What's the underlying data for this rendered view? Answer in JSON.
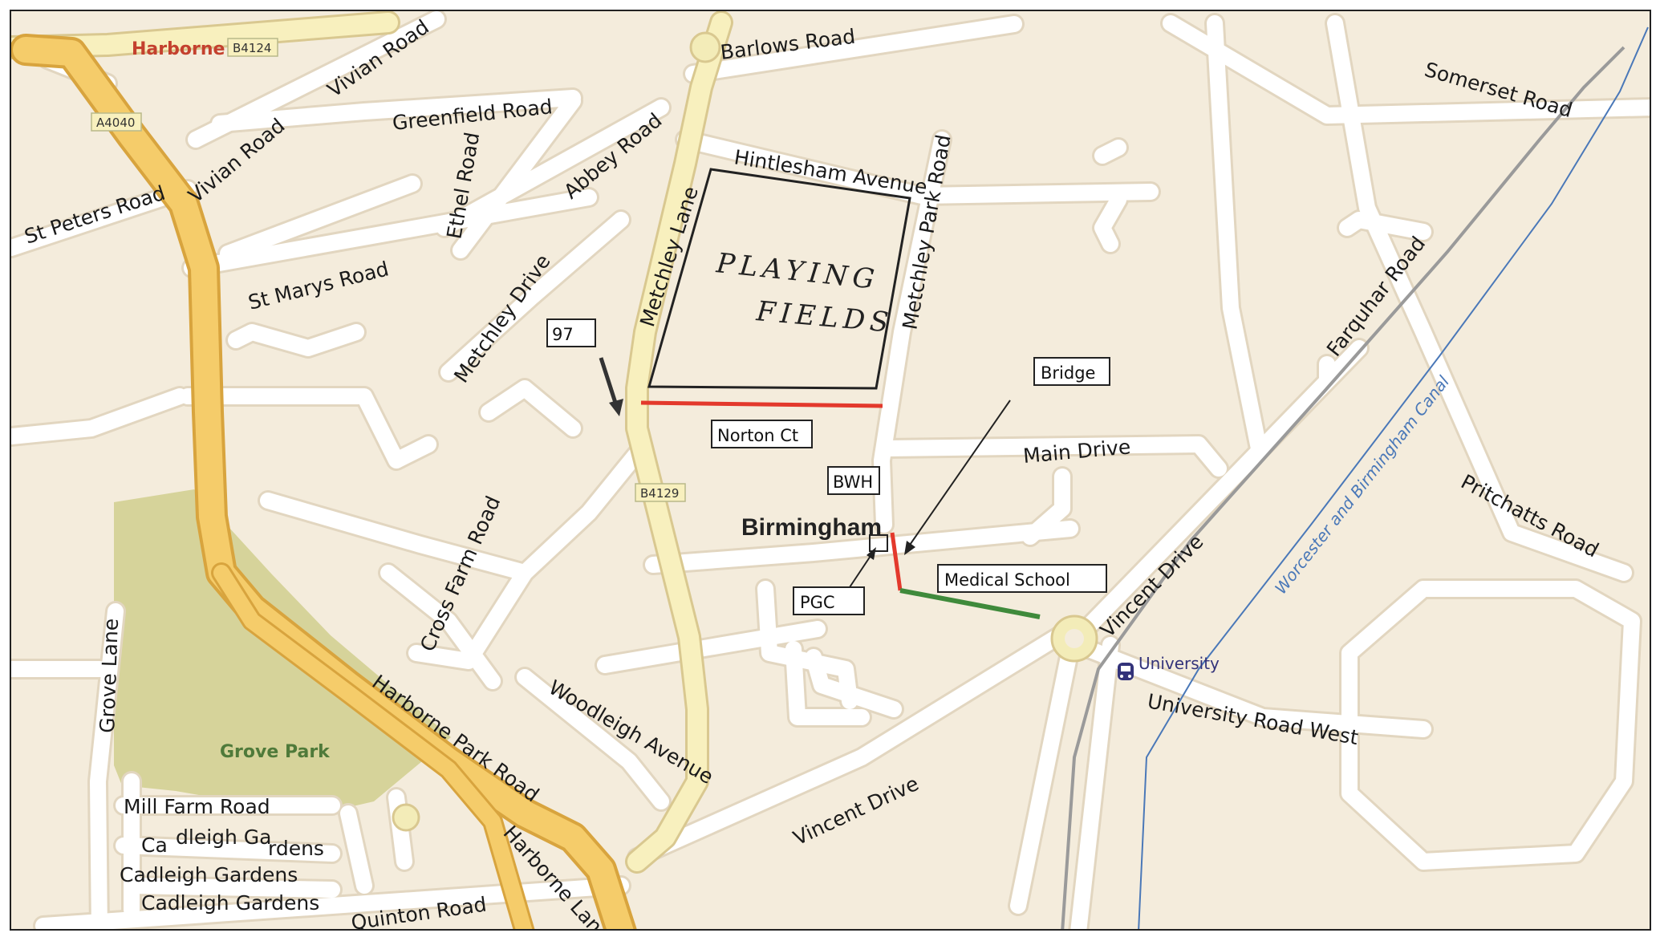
{
  "colors": {
    "background": "#f4ecdc",
    "minor_road": "#ffffff",
    "a_road": "#f5cc6a",
    "b_road": "#f8f0be",
    "park": "#d6d39a",
    "place_label": "#c4412e",
    "park_label": "#4f7a3a",
    "canal": "#4a78b8",
    "route_red": "#e3392c",
    "route_green": "#3f8a3b",
    "station": "#33337a"
  },
  "places": {
    "harborne": "Harborne",
    "birmingham": "Birmingham",
    "grove_park": "Grove Park",
    "university": "University"
  },
  "shields": {
    "b4124": "B4124",
    "a4040": "A4040",
    "b4129": "B4129"
  },
  "roads": {
    "barlows_road": "Barlows Road",
    "vivian_road_top": "Vivian Road",
    "vivian_road_left": "Vivian Road",
    "greenfield_road": "Greenfield Road",
    "somerset_road": "Somerset Road",
    "hintlesham_avenue": "Hintlesham Avenue",
    "abbey_road": "Abbey Road",
    "ethel_road": "Ethel Road",
    "st_peters_road": "St Peters Road",
    "st_marys_road": "St Marys Road",
    "metchley_lane": "Metchley Lane",
    "metchley_park_road": "Metchley Park Road",
    "metchley_drive": "Metchley Drive",
    "farquhar_road": "Farquhar Road",
    "main_drive": "Main Drive",
    "pritchatts_road": "Pritchatts Road",
    "cross_farm_road": "Cross Farm Road",
    "vincent_drive_upper": "Vincent Drive",
    "vincent_drive_lower": "Vincent Drive",
    "grove_lane": "Grove Lane",
    "harborne_park_road": "Harborne Park Road",
    "woodleigh_avenue": "Woodleigh Avenue",
    "university_road_west": "University Road West",
    "mill_farm_road": "Mill Farm Road",
    "cadleigh_gardens_1a": "Ca",
    "cadleigh_gardens_1b": "dleigh Ga",
    "cadleigh_gardens_1c": "rdens",
    "cadleigh_gardens_2": "Cadleigh Gardens",
    "cadleigh_gardens_3": "Cadleigh Gardens",
    "harborne_lane": "Harborne Lane",
    "quinton_road": "Quinton Road"
  },
  "canal": "Worcester and Birmingham Canal",
  "annotations": {
    "playing_fields_line1": "PLAYING",
    "playing_fields_line2": "FIELDS",
    "box_97": "97",
    "norton_ct": "Norton Ct",
    "bridge": "Bridge",
    "bwh": "BWH",
    "pgc": "PGC",
    "medical_school": "Medical School"
  }
}
